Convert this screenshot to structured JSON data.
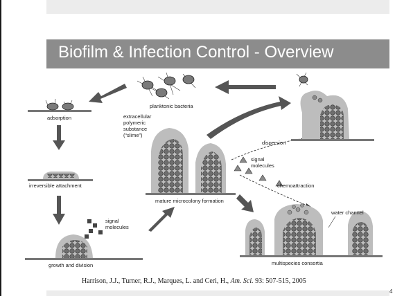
{
  "slide": {
    "title": "Biofilm & Infection Control - Overview",
    "page_number": "4",
    "colors": {
      "title_bar": "#8c8c8c",
      "title_text": "#ffffff",
      "band": "#ececec",
      "slime": "#bdbdbd",
      "cell": "#6e6e6e",
      "arrow": "#555555"
    }
  },
  "figure": {
    "labels": {
      "planktonic": "planktonic bacteria",
      "adsorption": "adsorption",
      "irreversible": "irreversible attachment",
      "growth": "growth and division",
      "signal_left_1": "signal",
      "signal_left_2": "molecules",
      "eps_1": "extracellular",
      "eps_2": "polymeric",
      "eps_3": "substance",
      "eps_4": "(“slime”)",
      "mature": "mature microcolony formation",
      "dispersion": "dispersion",
      "signal_mid_1": "signal",
      "signal_mid_2": "molecules",
      "chemo": "chemoattraction",
      "water": "water channel",
      "consortia": "multispecies consortia"
    }
  },
  "citation": {
    "authors": "Harrison, J.J., Turner, R.J., Marques, L. and Ceri, H., ",
    "journal": "Am. Sci.",
    "details": " 93: 507-515, 2005"
  }
}
